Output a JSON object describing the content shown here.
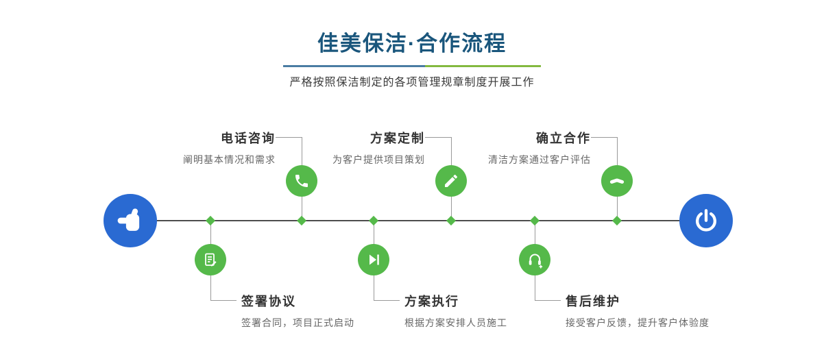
{
  "header": {
    "title": "佳美保洁·合作流程",
    "subtitle": "严格按照保洁制定的各项管理规章制度开展工作",
    "divider": {
      "left_color": "#4a7ca3",
      "right_color": "#83b93f"
    }
  },
  "timeline": {
    "node_color": "#55b94a",
    "endpoint_color": "#2a6ad2",
    "line_color": "#4d4d4d",
    "start_icon": "pointing-hand-icon",
    "end_icon": "power-icon"
  },
  "steps_top": [
    {
      "title": "电话咨询",
      "desc": "阐明基本情况和需求",
      "icon": "phone-icon"
    },
    {
      "title": "方案定制",
      "desc": "为客户提供项目策划",
      "icon": "pencil-icon"
    },
    {
      "title": "确立合作",
      "desc": "清洁方案通过客户评估",
      "icon": "handshake-icon"
    }
  ],
  "steps_bottom": [
    {
      "title": "签署协议",
      "desc": "签署合同，项目正式启动",
      "icon": "document-icon"
    },
    {
      "title": "方案执行",
      "desc": "根据方案安排人员施工",
      "icon": "play-icon"
    },
    {
      "title": "售后维护",
      "desc": "接受客户反馈，提升客户体验度",
      "icon": "headset-icon"
    }
  ]
}
